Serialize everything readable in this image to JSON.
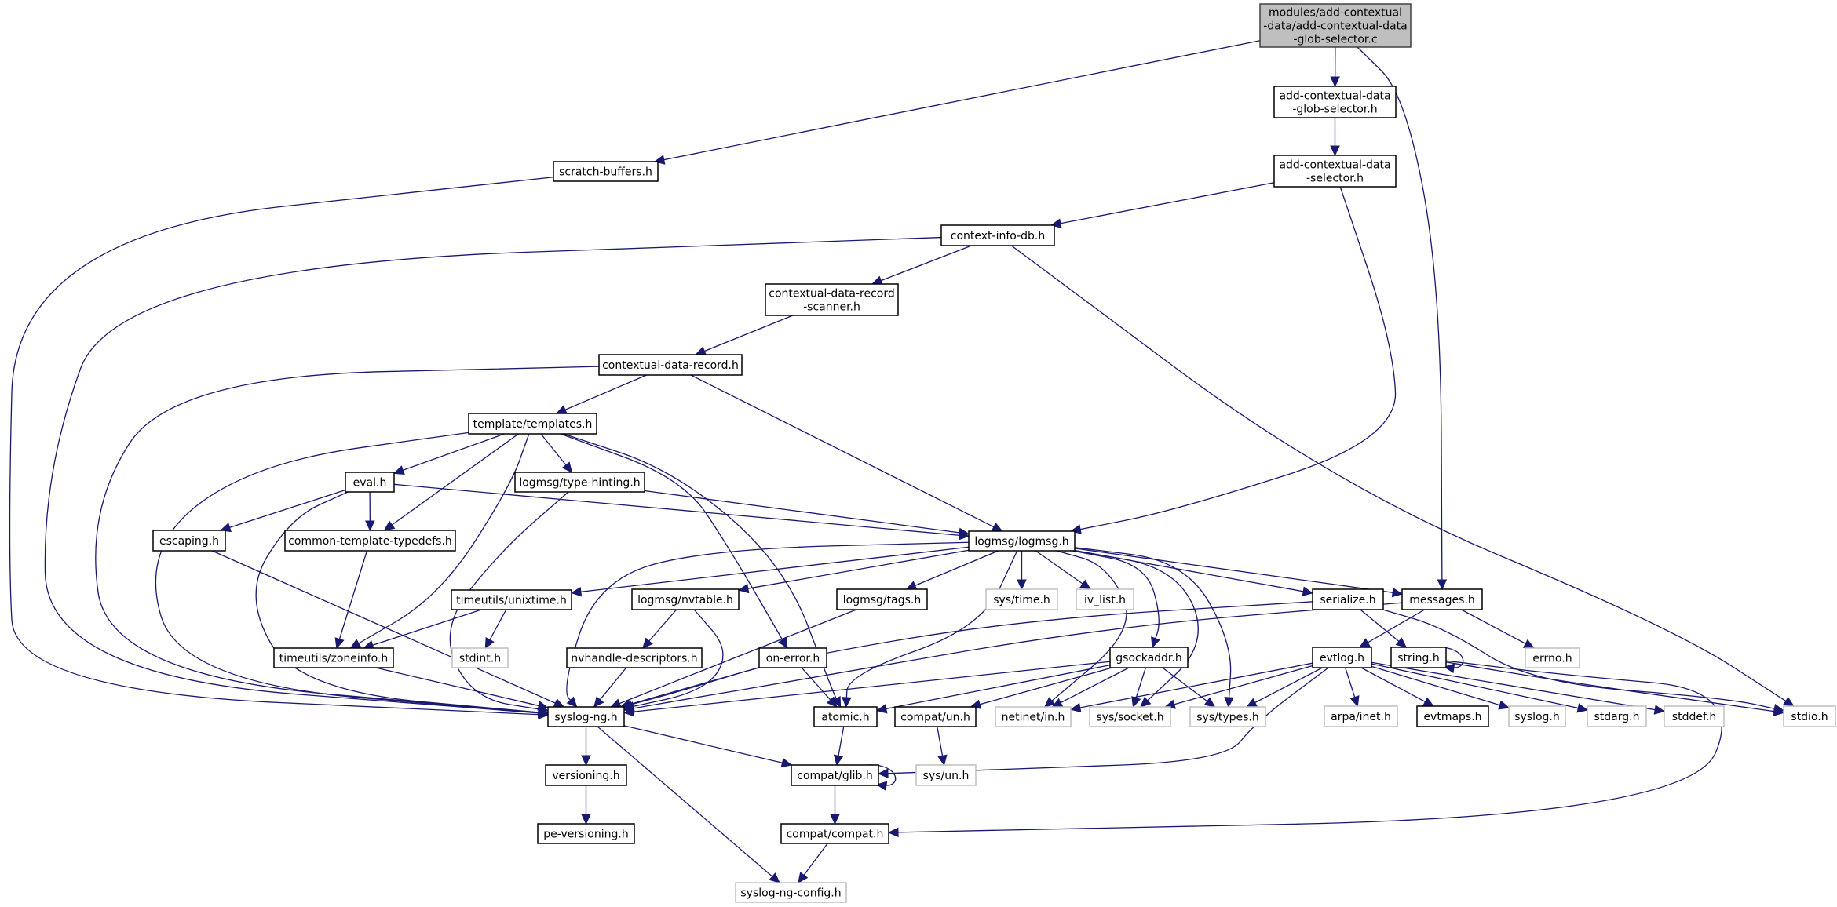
{
  "diagram": {
    "title": "modules/add-contextual-data/add-contextual-data-glob-selector.c include dependency graph",
    "colors": {
      "edge": "#191970",
      "root_fill": "#bfbfbf",
      "root_border": "#404040",
      "local_border": "#000000",
      "system_border": "#bfbfbf"
    },
    "nodes": [
      {
        "id": "root",
        "kind": "root",
        "lines": [
          "modules/add-contextual",
          "-data/add-contextual-data",
          "-glob-selector.c"
        ]
      },
      {
        "id": "glob_sel_h",
        "kind": "local",
        "lines": [
          "add-contextual-data",
          "-glob-selector.h"
        ]
      },
      {
        "id": "sel_h",
        "kind": "local",
        "lines": [
          "add-contextual-data",
          "-selector.h"
        ]
      },
      {
        "id": "scratch",
        "kind": "local",
        "lines": [
          "scratch-buffers.h"
        ]
      },
      {
        "id": "ctxdb",
        "kind": "local",
        "lines": [
          "context-info-db.h"
        ]
      },
      {
        "id": "recscan",
        "kind": "local",
        "lines": [
          "contextual-data-record",
          "-scanner.h"
        ]
      },
      {
        "id": "rec",
        "kind": "local",
        "lines": [
          "contextual-data-record.h"
        ]
      },
      {
        "id": "templates",
        "kind": "local",
        "lines": [
          "template/templates.h"
        ]
      },
      {
        "id": "eval",
        "kind": "local",
        "lines": [
          "eval.h"
        ]
      },
      {
        "id": "typehint",
        "kind": "local",
        "lines": [
          "logmsg/type-hinting.h"
        ]
      },
      {
        "id": "escaping",
        "kind": "local",
        "lines": [
          "escaping.h"
        ]
      },
      {
        "id": "ctypedefs",
        "kind": "local",
        "lines": [
          "common-template-typedefs.h"
        ]
      },
      {
        "id": "logmsg",
        "kind": "local",
        "lines": [
          "logmsg/logmsg.h"
        ]
      },
      {
        "id": "unixtime",
        "kind": "local",
        "lines": [
          "timeutils/unixtime.h"
        ]
      },
      {
        "id": "nvtable",
        "kind": "local",
        "lines": [
          "logmsg/nvtable.h"
        ]
      },
      {
        "id": "tags",
        "kind": "local",
        "lines": [
          "logmsg/tags.h"
        ]
      },
      {
        "id": "systime",
        "kind": "system",
        "lines": [
          "sys/time.h"
        ]
      },
      {
        "id": "ivlist",
        "kind": "system",
        "lines": [
          "iv_list.h"
        ]
      },
      {
        "id": "serialize",
        "kind": "local",
        "lines": [
          "serialize.h"
        ]
      },
      {
        "id": "messages",
        "kind": "local",
        "lines": [
          "messages.h"
        ]
      },
      {
        "id": "zoneinfo",
        "kind": "local",
        "lines": [
          "timeutils/zoneinfo.h"
        ]
      },
      {
        "id": "stdint",
        "kind": "system",
        "lines": [
          "stdint.h"
        ]
      },
      {
        "id": "nvhandle",
        "kind": "local",
        "lines": [
          "nvhandle-descriptors.h"
        ]
      },
      {
        "id": "onerror",
        "kind": "local",
        "lines": [
          "on-error.h"
        ]
      },
      {
        "id": "gsockaddr",
        "kind": "local",
        "lines": [
          "gsockaddr.h"
        ]
      },
      {
        "id": "evtlog",
        "kind": "local",
        "lines": [
          "evtlog.h"
        ]
      },
      {
        "id": "string",
        "kind": "local",
        "lines": [
          "string.h"
        ]
      },
      {
        "id": "errno",
        "kind": "system",
        "lines": [
          "errno.h"
        ]
      },
      {
        "id": "syslogng",
        "kind": "local",
        "lines": [
          "syslog-ng.h"
        ]
      },
      {
        "id": "atomic",
        "kind": "local",
        "lines": [
          "atomic.h"
        ]
      },
      {
        "id": "compatun",
        "kind": "local",
        "lines": [
          "compat/un.h"
        ]
      },
      {
        "id": "netinet",
        "kind": "system",
        "lines": [
          "netinet/in.h"
        ]
      },
      {
        "id": "syssocket",
        "kind": "system",
        "lines": [
          "sys/socket.h"
        ]
      },
      {
        "id": "systypes",
        "kind": "system",
        "lines": [
          "sys/types.h"
        ]
      },
      {
        "id": "arpainet",
        "kind": "system",
        "lines": [
          "arpa/inet.h"
        ]
      },
      {
        "id": "evtmaps",
        "kind": "local",
        "lines": [
          "evtmaps.h"
        ]
      },
      {
        "id": "syslogh",
        "kind": "system",
        "lines": [
          "syslog.h"
        ]
      },
      {
        "id": "stdarg",
        "kind": "system",
        "lines": [
          "stdarg.h"
        ]
      },
      {
        "id": "stddef",
        "kind": "system",
        "lines": [
          "stddef.h"
        ]
      },
      {
        "id": "stdio",
        "kind": "system",
        "lines": [
          "stdio.h"
        ]
      },
      {
        "id": "versioning",
        "kind": "local",
        "lines": [
          "versioning.h"
        ]
      },
      {
        "id": "compatglib",
        "kind": "local",
        "lines": [
          "compat/glib.h"
        ]
      },
      {
        "id": "sysun",
        "kind": "system",
        "lines": [
          "sys/un.h"
        ]
      },
      {
        "id": "peversioning",
        "kind": "local",
        "lines": [
          "pe-versioning.h"
        ]
      },
      {
        "id": "compatcompat",
        "kind": "local",
        "lines": [
          "compat/compat.h"
        ]
      },
      {
        "id": "config",
        "kind": "system",
        "lines": [
          "syslog-ng-config.h"
        ]
      }
    ],
    "edges": [
      [
        "root",
        "glob_sel_h"
      ],
      [
        "root",
        "scratch"
      ],
      [
        "root",
        "messages"
      ],
      [
        "glob_sel_h",
        "sel_h"
      ],
      [
        "sel_h",
        "ctxdb"
      ],
      [
        "sel_h",
        "logmsg"
      ],
      [
        "scratch",
        "syslogng"
      ],
      [
        "ctxdb",
        "recscan"
      ],
      [
        "ctxdb",
        "syslogng"
      ],
      [
        "ctxdb",
        "stdio"
      ],
      [
        "recscan",
        "rec"
      ],
      [
        "rec",
        "templates"
      ],
      [
        "rec",
        "logmsg"
      ],
      [
        "rec",
        "syslogng"
      ],
      [
        "templates",
        "eval"
      ],
      [
        "templates",
        "typehint"
      ],
      [
        "templates",
        "ctypedefs"
      ],
      [
        "templates",
        "zoneinfo"
      ],
      [
        "templates",
        "onerror"
      ],
      [
        "templates",
        "atomic"
      ],
      [
        "templates",
        "syslogng"
      ],
      [
        "eval",
        "escaping"
      ],
      [
        "eval",
        "ctypedefs"
      ],
      [
        "eval",
        "logmsg"
      ],
      [
        "eval",
        "syslogng"
      ],
      [
        "typehint",
        "logmsg"
      ],
      [
        "typehint",
        "syslogng"
      ],
      [
        "escaping",
        "syslogng"
      ],
      [
        "ctypedefs",
        "zoneinfo"
      ],
      [
        "logmsg",
        "unixtime"
      ],
      [
        "logmsg",
        "nvtable"
      ],
      [
        "logmsg",
        "tags"
      ],
      [
        "logmsg",
        "systime"
      ],
      [
        "logmsg",
        "ivlist"
      ],
      [
        "logmsg",
        "serialize"
      ],
      [
        "logmsg",
        "messages"
      ],
      [
        "logmsg",
        "gsockaddr"
      ],
      [
        "logmsg",
        "syslogng"
      ],
      [
        "logmsg",
        "atomic"
      ],
      [
        "logmsg",
        "netinet"
      ],
      [
        "logmsg",
        "syssocket"
      ],
      [
        "logmsg",
        "systypes"
      ],
      [
        "unixtime",
        "zoneinfo"
      ],
      [
        "unixtime",
        "stdint"
      ],
      [
        "nvtable",
        "nvhandle"
      ],
      [
        "nvtable",
        "syslogng"
      ],
      [
        "tags",
        "syslogng"
      ],
      [
        "serialize",
        "string"
      ],
      [
        "serialize",
        "syslogng"
      ],
      [
        "serialize",
        "stdio"
      ],
      [
        "messages",
        "evtlog"
      ],
      [
        "messages",
        "errno"
      ],
      [
        "messages",
        "syslogng"
      ],
      [
        "zoneinfo",
        "syslogng"
      ],
      [
        "nvhandle",
        "syslogng"
      ],
      [
        "onerror",
        "syslogng"
      ],
      [
        "onerror",
        "atomic"
      ],
      [
        "gsockaddr",
        "syslogng"
      ],
      [
        "gsockaddr",
        "atomic"
      ],
      [
        "gsockaddr",
        "compatun"
      ],
      [
        "gsockaddr",
        "netinet"
      ],
      [
        "gsockaddr",
        "syssocket"
      ],
      [
        "gsockaddr",
        "systypes"
      ],
      [
        "evtlog",
        "netinet"
      ],
      [
        "evtlog",
        "syssocket"
      ],
      [
        "evtlog",
        "systypes"
      ],
      [
        "evtlog",
        "arpainet"
      ],
      [
        "evtlog",
        "evtmaps"
      ],
      [
        "evtlog",
        "syslogh"
      ],
      [
        "evtlog",
        "stdarg"
      ],
      [
        "evtlog",
        "stddef"
      ],
      [
        "evtlog",
        "compatglib"
      ],
      [
        "string",
        "string"
      ],
      [
        "string",
        "stdio"
      ],
      [
        "string",
        "compatcompat"
      ],
      [
        "syslogng",
        "versioning"
      ],
      [
        "syslogng",
        "compatglib"
      ],
      [
        "syslogng",
        "config"
      ],
      [
        "atomic",
        "compatglib"
      ],
      [
        "compatun",
        "sysun"
      ],
      [
        "versioning",
        "peversioning"
      ],
      [
        "compatglib",
        "compatglib"
      ],
      [
        "compatglib",
        "compatcompat"
      ],
      [
        "compatcompat",
        "config"
      ]
    ]
  }
}
